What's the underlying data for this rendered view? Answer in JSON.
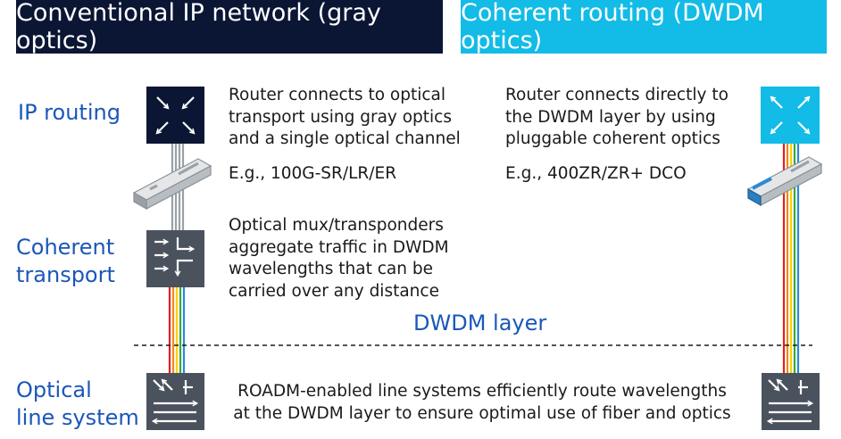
{
  "header": {
    "left_title": "Conventional IP network (gray optics)",
    "right_title": "Coherent routing (DWDM optics)"
  },
  "layers": {
    "ip_routing": [
      "IP routing"
    ],
    "coherent_transport": [
      "Coherent",
      "transport"
    ],
    "optical_line_system": [
      "Optical",
      "line system"
    ]
  },
  "left": {
    "router_desc": [
      "Router connects to optical",
      "transport using gray optics",
      "and a single optical channel"
    ],
    "example": "E.g., 100G-SR/LR/ER",
    "transport_desc": [
      "Optical mux/transponders",
      "aggregate traffic in DWDM",
      "wavelengths that can be",
      "carried over any distance"
    ]
  },
  "right": {
    "router_desc": [
      "Router connects directly to",
      "the DWDM layer by using",
      "pluggable coherent optics"
    ],
    "example": "E.g., 400ZR/ZR+ DCO"
  },
  "dwdm_layer_label": "DWDM layer",
  "footer": [
    "ROADM-enabled line systems efficiently route wavelengths",
    "at the DWDM layer to ensure optimal use of fiber and optics"
  ],
  "colors": {
    "navy": "#0b1634",
    "cyan": "#13bbe7",
    "gray_box": "#4a525e",
    "label_blue": "#1b57b8",
    "wavelengths": [
      "#e02020",
      "#f08a1a",
      "#ffd000",
      "#3aa63a",
      "#2a8ad8"
    ]
  },
  "icons": [
    "router-icon",
    "transponder-icon",
    "roadm-icon",
    "gray-optics-module-icon",
    "coherent-optics-module-icon"
  ]
}
